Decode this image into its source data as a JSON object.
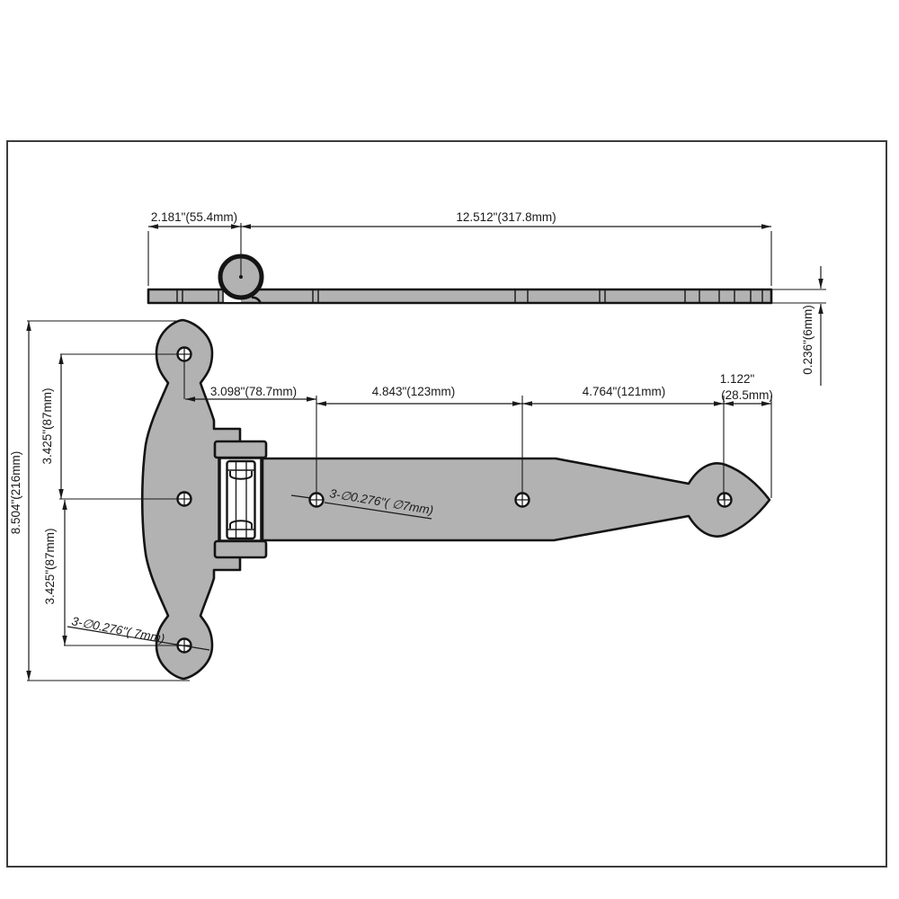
{
  "colors": {
    "part_fill": "#b2b2b2",
    "line": "#1a1a1a",
    "border": "#3c3c3c"
  },
  "top_view": {
    "dim_offset": "2.181\"(55.4mm)",
    "dim_length": "12.512\"(317.8mm)",
    "dim_thickness": "0.236\"(6mm)"
  },
  "front_view": {
    "dim_pivot_to_hole1": "3.098\"(78.7mm)",
    "dim_hole1_to_hole2": "4.843\"(123mm)",
    "dim_hole2_to_hole3": "4.764\"(121mm)",
    "dim_hole3_to_tip_inch": "1.122\"",
    "dim_hole3_to_tip_mm": "(28.5mm)",
    "dim_total_height": "8.504\"(216mm)",
    "dim_upper_spacing": "3.425\"(87mm)",
    "dim_lower_spacing": "3.425\"(87mm)",
    "callout_strap_holes": "3-∅0.276\"( ∅7mm)",
    "callout_plate_holes": "3-∅0.276\"( 7mm)"
  }
}
